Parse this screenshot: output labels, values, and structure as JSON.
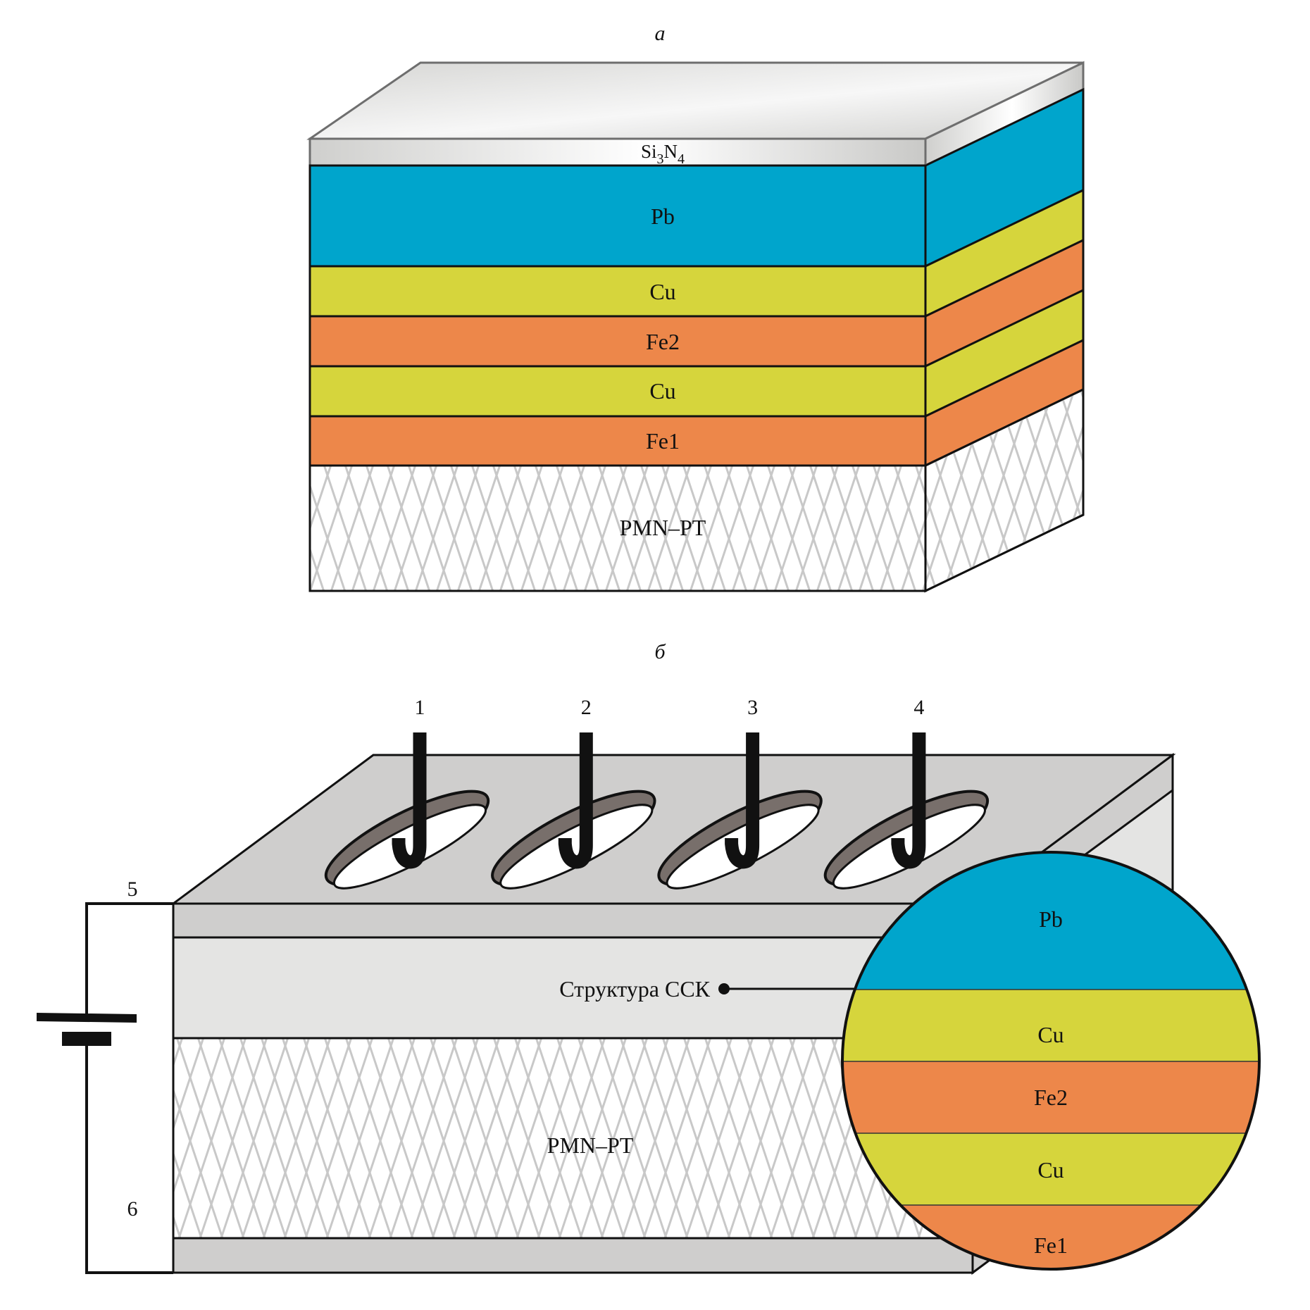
{
  "panel_a": {
    "label": "a",
    "layers": [
      {
        "name": "Si3N4",
        "label_main": "Si",
        "sub1": "3",
        "label_mid": "N",
        "sub2": "4",
        "color": "#d2d2d0"
      },
      {
        "name": "Pb",
        "label": "Pb",
        "color": "#00a5cc"
      },
      {
        "name": "Cu",
        "label": "Cu",
        "color": "#d6d53c"
      },
      {
        "name": "Fe2",
        "label": "Fe2",
        "color": "#ed874a"
      },
      {
        "name": "Cu",
        "label": "Cu",
        "color": "#d6d53c"
      },
      {
        "name": "Fe1",
        "label": "Fe1",
        "color": "#ed874a"
      },
      {
        "name": "PMN-PT",
        "label": "PMN–PT",
        "color": "#ffffff"
      }
    ]
  },
  "panel_b": {
    "label": "б",
    "probes": [
      "1",
      "2",
      "3",
      "4"
    ],
    "electrode_top_label": "5",
    "electrode_bottom_label": "6",
    "structure_label": "Структура ССК",
    "substrate_label": "PMN–PT",
    "inset_layers": [
      {
        "label": "Pb",
        "color": "#00a5cc"
      },
      {
        "label": "Cu",
        "color": "#d6d53c"
      },
      {
        "label": "Fe2",
        "color": "#ed874a"
      },
      {
        "label": "Cu",
        "color": "#d6d53c"
      },
      {
        "label": "Fe1",
        "color": "#ed874a"
      }
    ]
  },
  "colors": {
    "electrode": "#cfcecd",
    "structure": "#e4e4e3",
    "hole_wall": "#786f6b",
    "hatch": "#c8c8c8",
    "outline": "#111111"
  }
}
